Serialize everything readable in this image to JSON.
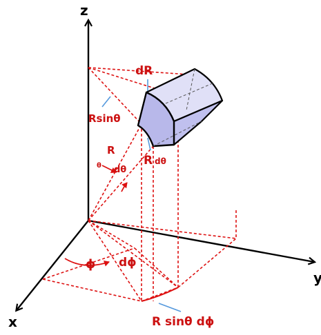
{
  "diagram": {
    "axes": {
      "z": "z",
      "x": "x",
      "y": "y"
    },
    "labels": {
      "dR": "dR",
      "R_sin_theta": "Rsinθ",
      "R": "R",
      "theta": "θ",
      "d_theta": "dθ",
      "R_d_theta_R": "R",
      "R_d_theta_d": "dθ",
      "phi": "ϕ",
      "d_phi": "dϕ",
      "R_sin_theta_d_phi": "R sinθ dϕ"
    },
    "colors": {
      "axis": "#000000",
      "construction": "#dd1111",
      "label": "#cc1111",
      "leader": "#5599dd",
      "volume_fill": "#c9c9f2",
      "volume_edge": "#000000"
    }
  }
}
